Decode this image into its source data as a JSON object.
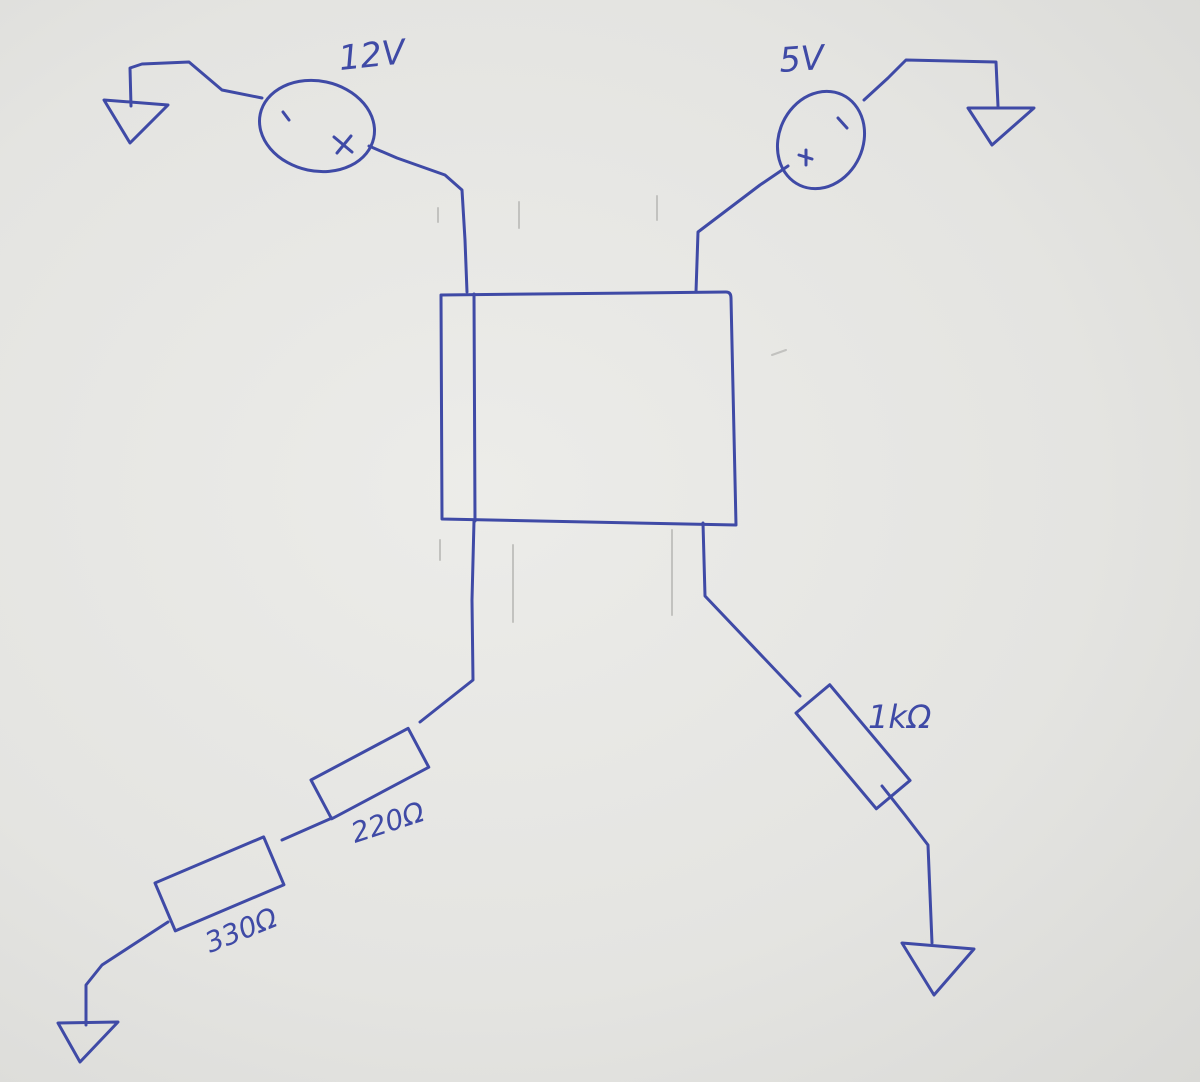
{
  "labels": {
    "source_12v": "12V",
    "source_5v": "5V",
    "r_220": "220Ω",
    "r_330": "330Ω",
    "r_1k": "1kΩ",
    "minus": "-",
    "plus": "+"
  },
  "colors": {
    "ink": "#3f4aa6",
    "paper": "#e6e6e3"
  }
}
